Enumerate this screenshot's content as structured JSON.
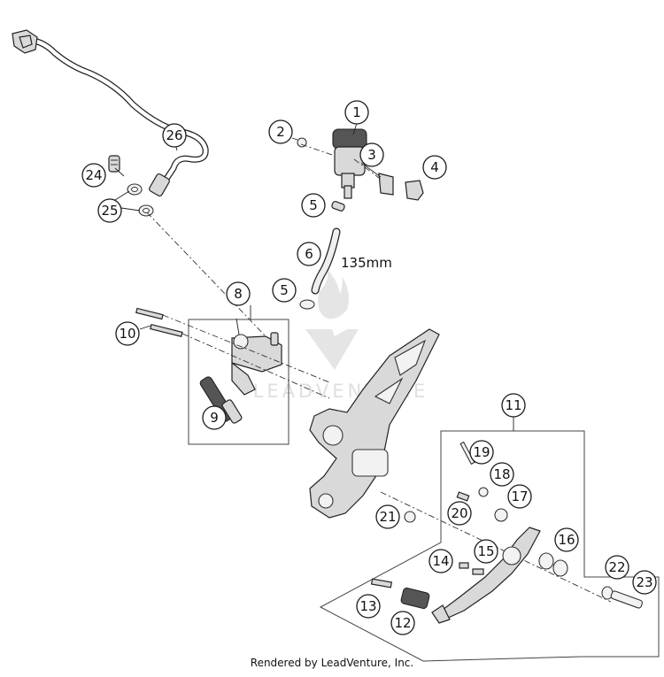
{
  "callouts": [
    {
      "id": "1",
      "label": "1"
    },
    {
      "id": "2",
      "label": "2"
    },
    {
      "id": "3",
      "label": "3"
    },
    {
      "id": "4",
      "label": "4"
    },
    {
      "id": "5a",
      "label": "5"
    },
    {
      "id": "5b",
      "label": "5"
    },
    {
      "id": "6",
      "label": "6"
    },
    {
      "id": "8",
      "label": "8"
    },
    {
      "id": "9",
      "label": "9"
    },
    {
      "id": "10",
      "label": "10"
    },
    {
      "id": "11",
      "label": "11"
    },
    {
      "id": "12",
      "label": "12"
    },
    {
      "id": "13",
      "label": "13"
    },
    {
      "id": "14",
      "label": "14"
    },
    {
      "id": "15",
      "label": "15"
    },
    {
      "id": "16",
      "label": "16"
    },
    {
      "id": "17",
      "label": "17"
    },
    {
      "id": "18",
      "label": "18"
    },
    {
      "id": "19",
      "label": "19"
    },
    {
      "id": "20",
      "label": "20"
    },
    {
      "id": "21",
      "label": "21"
    },
    {
      "id": "22",
      "label": "22"
    },
    {
      "id": "23",
      "label": "23"
    },
    {
      "id": "24",
      "label": "24"
    },
    {
      "id": "25",
      "label": "25"
    },
    {
      "id": "26",
      "label": "26"
    }
  ],
  "dimension_label": "135mm",
  "watermark_text": "LEADVENTURE",
  "footer_text": "Rendered by LeadVenture, Inc."
}
